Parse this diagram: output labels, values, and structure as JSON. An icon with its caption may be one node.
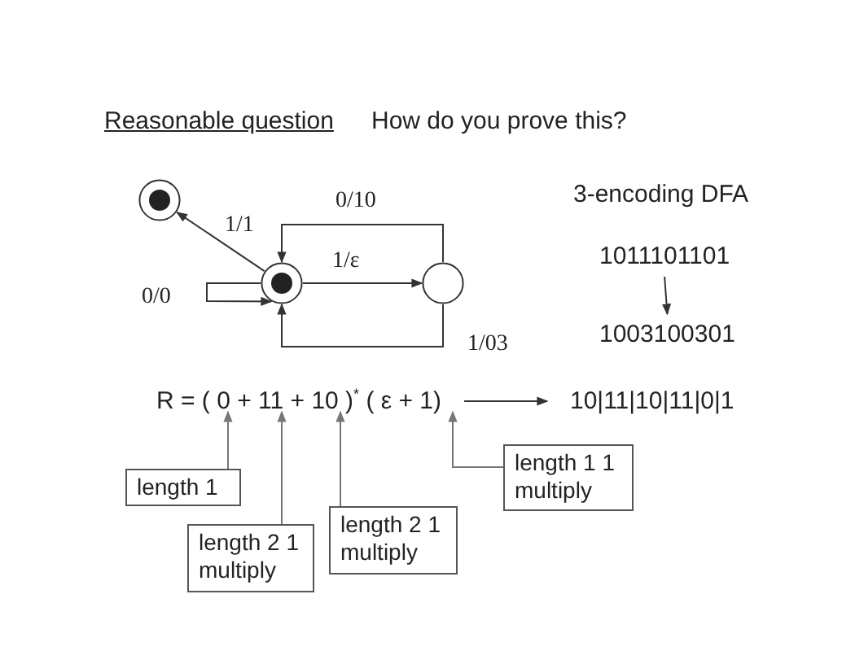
{
  "diagram": {
    "nodes": [
      {
        "text": [],
        "shape": "circle"
      },
      {
        "text": [],
        "shape": "circle"
      },
      {
        "text": [],
        "shape": "circle"
      },
      {
        "text": [
          "1011101101"
        ]
      },
      {
        "text": [
          "1003100301"
        ]
      },
      {
        "text": [
          "R = ( 0 + 11 + 10 )$^{*}$  ( ε + 1)"
        ]
      },
      {
        "text": [
          "10|11|10|11|0|1"
        ]
      },
      {
        "text": [
          "length 1"
        ]
      },
      {
        "text": [
          "length 2 1 multiply"
        ]
      },
      {
        "text": [
          "length 2 1 multiply"
        ]
      },
      {
        "text": [
          "length 1 1 multiply"
        ]
      }
    ],
    "edges": [
      {
        "from": 1,
        "to": 0,
        "arrow": "to",
        "label": "1/1"
      },
      {
        "from": 1,
        "to": 1,
        "arrow": "to",
        "label": "0/0"
      },
      {
        "from": 1,
        "to": 2,
        "arrow": "to",
        "label": "1/ε"
      },
      {
        "from": 2,
        "to": 1,
        "arrow": "to",
        "label": "0/10"
      },
      {
        "from": 2,
        "to": 1,
        "arrow": "to",
        "label": "1/03"
      },
      {
        "from": 3,
        "to": 4,
        "arrow": "to"
      },
      {
        "from": 5,
        "to": 6,
        "arrow": "to"
      },
      {
        "from": 7,
        "to": 5,
        "arrow": "to"
      },
      {
        "from": 8,
        "to": 5,
        "arrow": "to"
      },
      {
        "from": 9,
        "to": 5,
        "arrow": "to"
      },
      {
        "from": 10,
        "to": 5,
        "arrow": "to"
      }
    ],
    "labels": [
      "Reasonable question",
      "How do you prove this?",
      "3-encoding DFA"
    ]
  }
}
